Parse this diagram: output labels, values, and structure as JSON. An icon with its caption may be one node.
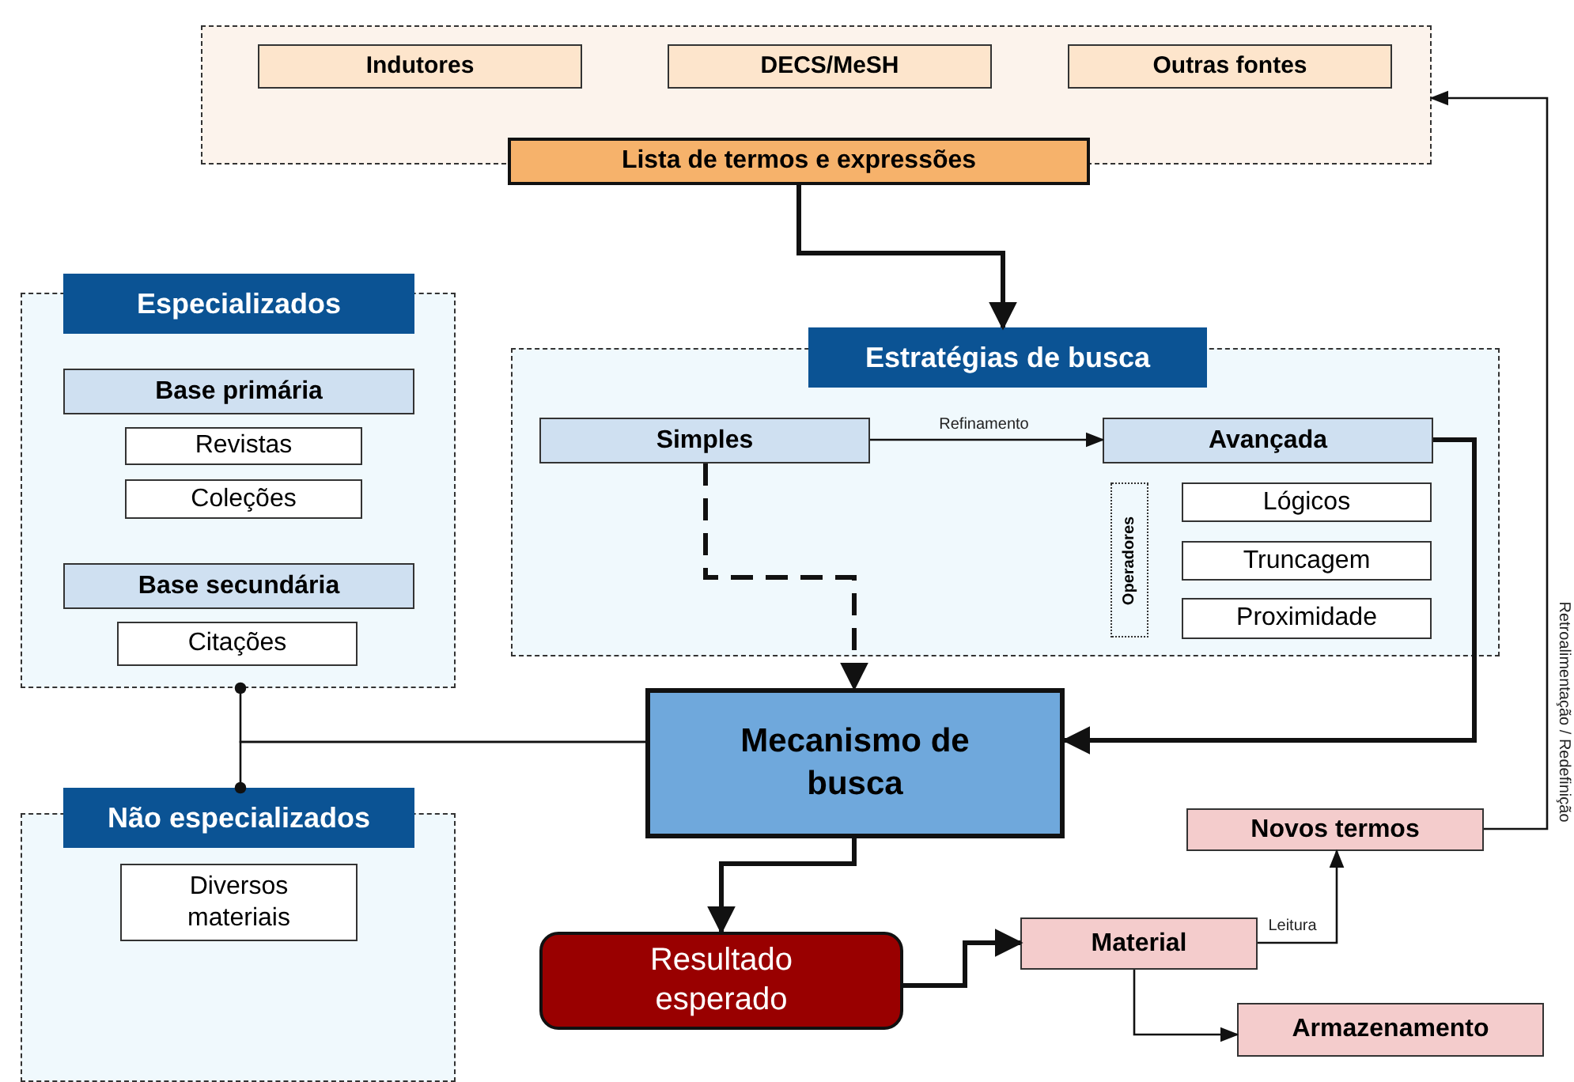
{
  "diagram": {
    "nodes": [
      {
        "text": [],
        "shape": "box"
      },
      {
        "text": [
          "Indutores"
        ],
        "in": 0
      },
      {
        "text": [
          "DECS/MeSH"
        ],
        "in": 0
      },
      {
        "text": [
          "Outras fontes"
        ],
        "in": 0
      },
      {
        "text": [
          "Lista de termos e expressões"
        ]
      },
      {
        "text": [
          "Especializados"
        ]
      },
      {
        "text": [
          "Base primária"
        ],
        "in": 5
      },
      {
        "text": [
          "Revistas"
        ],
        "in": 5
      },
      {
        "text": [
          "Coleções"
        ],
        "in": 5
      },
      {
        "text": [
          "Base secundária"
        ],
        "in": 5
      },
      {
        "text": [
          "Citações"
        ],
        "in": 5
      },
      {
        "text": [
          "Não especializados"
        ]
      },
      {
        "text": [
          "Diversos materiais"
        ],
        "in": 11
      },
      {
        "text": [
          "Estratégias de busca"
        ]
      },
      {
        "text": [
          "Simples"
        ],
        "in": 13
      },
      {
        "text": [
          "Avançada"
        ],
        "in": 13
      },
      {
        "text": [
          "Operadores"
        ],
        "in": 13
      },
      {
        "text": [
          "Lógicos"
        ],
        "in": 13
      },
      {
        "text": [
          "Truncagem"
        ],
        "in": 13
      },
      {
        "text": [
          "Proximidade"
        ],
        "in": 13
      },
      {
        "text": [
          "Mecanismo de busca"
        ]
      },
      {
        "text": [
          "Resultado esperado"
        ]
      },
      {
        "text": [
          "Material"
        ]
      },
      {
        "text": [
          "Novos termos"
        ]
      },
      {
        "text": [
          "Armazenamento"
        ]
      }
    ],
    "edges": [
      {
        "from": 4,
        "to": 13,
        "arrow": "to",
        "style": "thick"
      },
      {
        "from": 14,
        "to": 15,
        "arrow": "to",
        "label": "Refinamento"
      },
      {
        "from": 14,
        "to": 20,
        "arrow": "to",
        "style": "dashed"
      },
      {
        "from": 15,
        "to": 20,
        "arrow": "to",
        "style": "thick"
      },
      {
        "from": 5,
        "to": 20,
        "arrow": "other"
      },
      {
        "from": 11,
        "to": 20,
        "arrow": "other"
      },
      {
        "from": 20,
        "to": 21,
        "arrow": "to",
        "style": "thick"
      },
      {
        "from": 21,
        "to": 22,
        "arrow": "to",
        "style": "thick"
      },
      {
        "from": 22,
        "to": 23,
        "arrow": "to",
        "label": "Leitura"
      },
      {
        "from": 22,
        "to": 24,
        "arrow": "to"
      },
      {
        "from": 23,
        "to": 0,
        "arrow": "to",
        "label": "Retroalimentação / Redefinição"
      }
    ]
  }
}
